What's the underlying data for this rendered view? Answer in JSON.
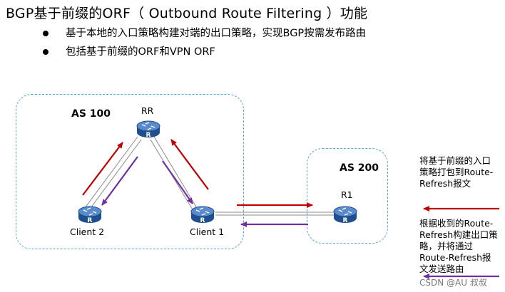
{
  "title": "BGP基于前缀的ORF（ Outbound Route Filtering ）功能",
  "bullets": [
    "基于本地的入口策略构建对端的出口策略，实现BGP按需发布路由",
    "包括基于前缀的ORF和VPN ORF"
  ],
  "as_labels": {
    "as100": "AS 100",
    "as200": "AS 200"
  },
  "nodes": {
    "rr": "RR",
    "client1": "Client 1",
    "client2": "Client 2",
    "r1": "R1",
    "router_glyph": "R"
  },
  "notes": {
    "red": "将基于前缀的入口策略打包到Route-Refresh报文",
    "purple": "根据收到的Route-Refresh构建出口策略，并将通过Route-Refresh报文发送路由"
  },
  "watermark": "CSDN @AU 叔叔",
  "colors": {
    "red_arrow": "#c00000",
    "purple_arrow": "#7030a0",
    "as_border": "#5aa7d8",
    "router_blue": "#1e4f8f"
  },
  "icons": {
    "router": "router-icon"
  }
}
